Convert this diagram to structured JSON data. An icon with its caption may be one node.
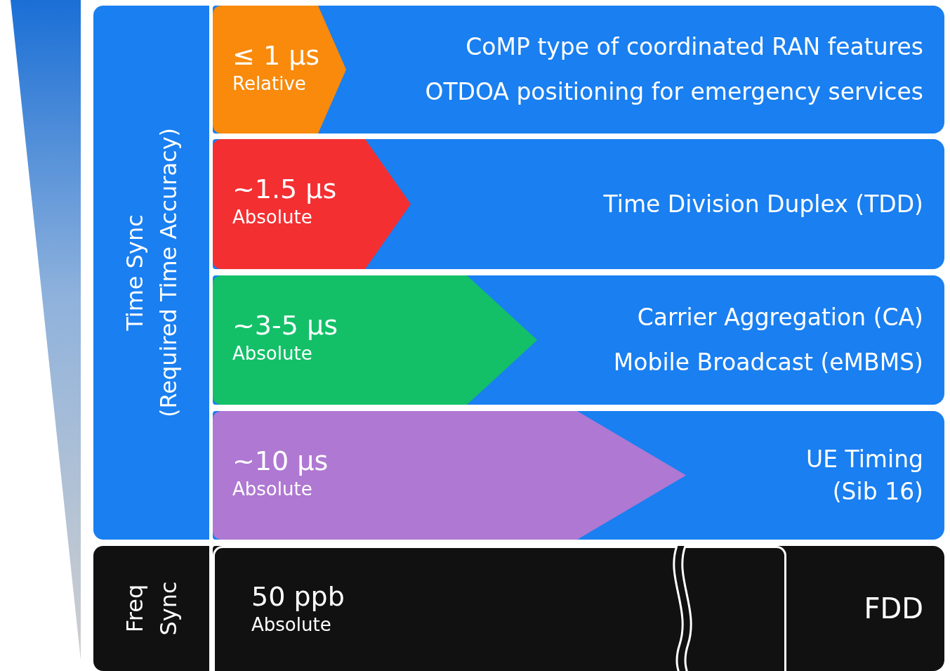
{
  "diagram": {
    "nodes": [
      {
        "text": [],
        "shape": "triangle"
      },
      {
        "text": [
          "Time Sync",
          "(Required Time Accuracy)"
        ]
      },
      {
        "text": [
          "CoMP type of coordinated RAN features",
          "OTDOA positioning for emergency services"
        ]
      },
      {
        "text": [
          "≤ 1 µs",
          "Relative"
        ],
        "in": 2
      },
      {
        "text": [
          "Time Division Duplex (TDD)"
        ]
      },
      {
        "text": [
          "~1.5 µs",
          "Absolute"
        ],
        "in": 4
      },
      {
        "text": [
          "Carrier Aggregation (CA)",
          "Mobile Broadcast (eMBMS)"
        ]
      },
      {
        "text": [
          "~3-5 µs",
          "Absolute"
        ],
        "in": 6
      },
      {
        "text": [
          "UE Timing (Sib 16)"
        ]
      },
      {
        "text": [
          "~10 µs",
          "Absolute"
        ],
        "in": 8
      },
      {
        "text": [
          "Freq Sync"
        ]
      },
      {
        "text": [
          "FDD"
        ]
      },
      {
        "text": [
          "50 ppb",
          "Absolute"
        ],
        "in": 11
      }
    ]
  }
}
